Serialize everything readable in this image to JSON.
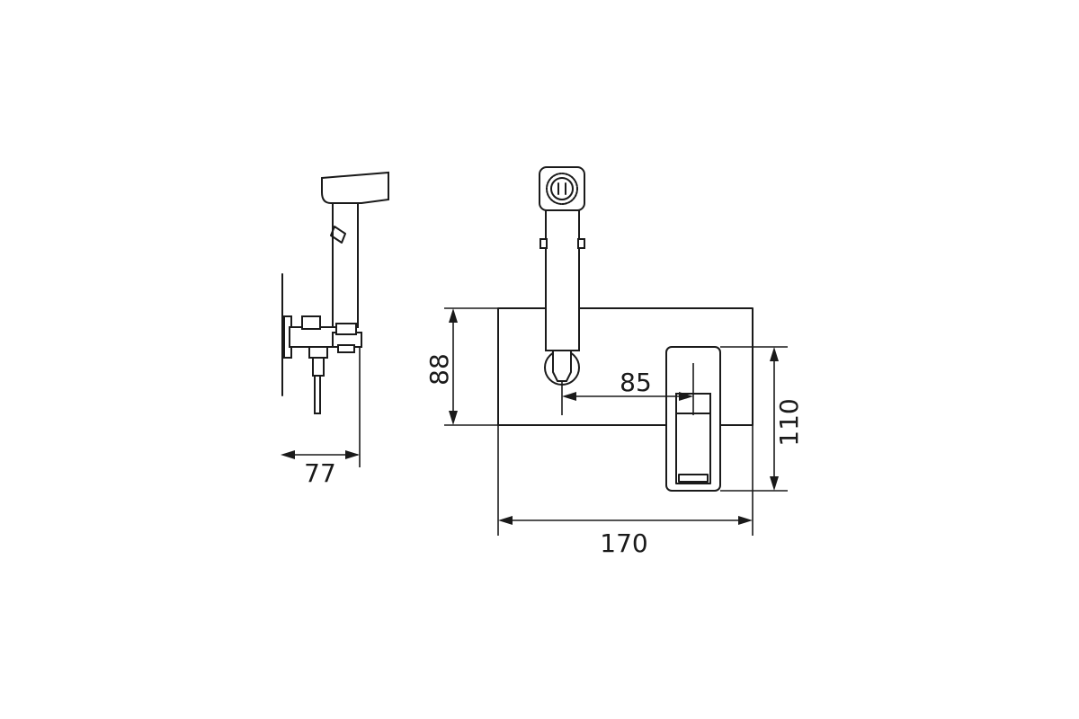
{
  "dimensions": {
    "side_depth": "77",
    "mounting_height": "88",
    "spout_offset": "85",
    "mixer_height": "110",
    "plate_width": "170"
  },
  "colors": {
    "line": "#1a1a1a",
    "background": "#ffffff"
  }
}
